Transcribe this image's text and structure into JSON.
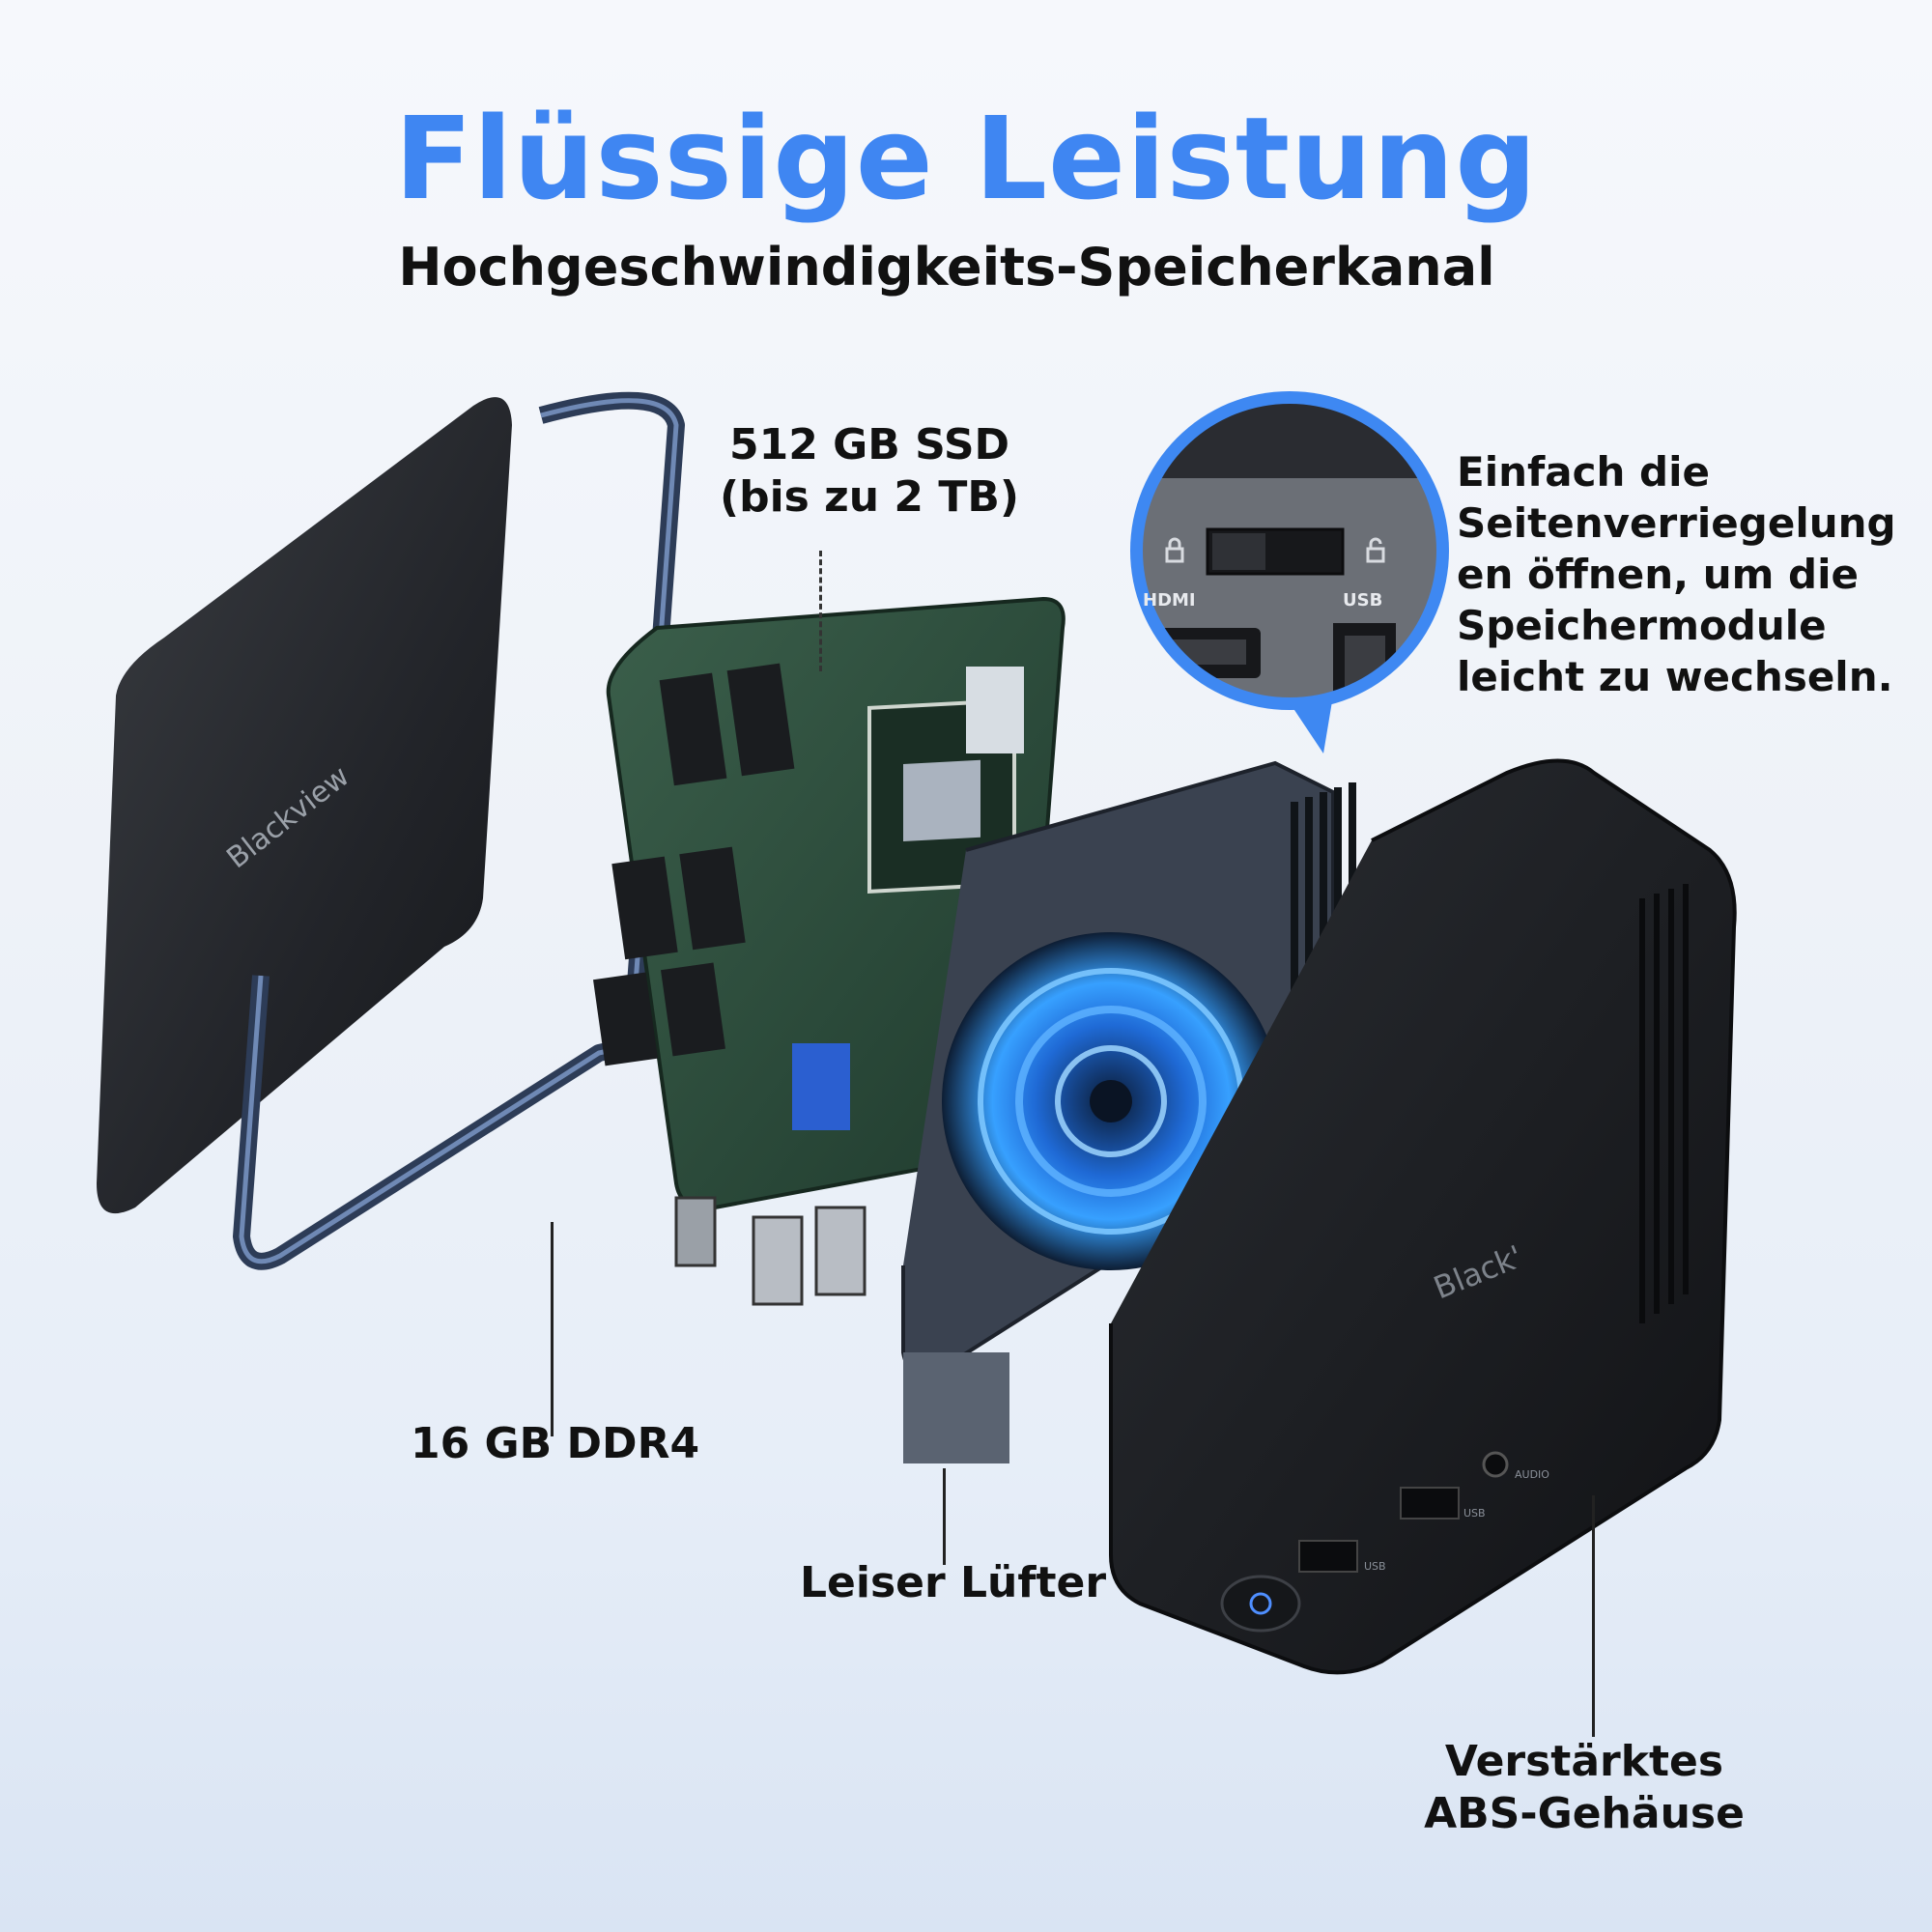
{
  "header": {
    "title": "Flüssige Leistung",
    "subtitle": "Hochgeschwindigkeits-Speicherkanal"
  },
  "callouts": {
    "ssd": [
      "512 GB SSD",
      "(bis zu 2 TB)"
    ],
    "ram": "16 GB DDR4",
    "fan": "Leiser Lüfter",
    "case": [
      "Verstärktes",
      "ABS-Gehäuse"
    ],
    "side_lock_note": [
      "Einfach die",
      "Seitenverriegelung",
      "en öffnen, um die",
      "Speichermodule",
      "leicht zu wechseln."
    ]
  },
  "zoom_inset": {
    "port_left": "HDMI",
    "port_right": "USB"
  },
  "device": {
    "brand": "Blackview",
    "brand_short": "Black'",
    "case_ports": [
      "USB",
      "USB",
      "AUDIO"
    ]
  },
  "colors": {
    "accent": "#3f86f2",
    "text": "#111111",
    "case": "#1c1e22",
    "pcb": "#2c4a3a",
    "fan_glow": "#2f8cff"
  },
  "icons": [
    "lock-icon",
    "lock-icon",
    "power-icon"
  ]
}
